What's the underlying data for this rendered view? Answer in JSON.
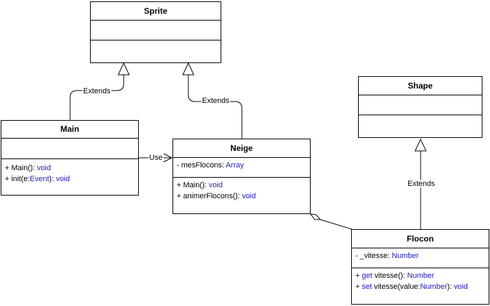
{
  "classes": {
    "sprite": {
      "name": "Sprite"
    },
    "shape": {
      "name": "Shape"
    },
    "main": {
      "name": "Main",
      "methods": [
        {
          "visibility": "+ ",
          "signature": "Main(): ",
          "type": "void"
        },
        {
          "visibility": "+ ",
          "signature_pre": "init(e:",
          "param_type": "Event",
          "signature_post": "): ",
          "type": "void"
        }
      ]
    },
    "neige": {
      "name": "Neige",
      "attributes": [
        {
          "visibility": "- ",
          "signature": "mesFlocons: ",
          "type": "Array"
        }
      ],
      "methods": [
        {
          "visibility": "+ ",
          "signature": "Main(): ",
          "type": "void"
        },
        {
          "visibility": "+ ",
          "signature": "animerFlocons(): ",
          "type": "void"
        }
      ]
    },
    "flocon": {
      "name": "Flocon",
      "attributes": [
        {
          "visibility": "- ",
          "signature": "_vitesse: ",
          "type": "Number"
        }
      ],
      "methods": [
        {
          "visibility": "+ ",
          "keyword": "get",
          "signature": " vitesse(): ",
          "type": "Number"
        },
        {
          "visibility": "+ ",
          "keyword": "set",
          "signature_pre": " vitesse(value:",
          "param_type": "Number",
          "signature_post": "): ",
          "type": "void"
        }
      ]
    }
  },
  "relations": {
    "main_extends_sprite": "Extends",
    "neige_extends_sprite": "Extends",
    "flocon_extends_shape": "Extends",
    "main_uses_neige": "Use"
  },
  "colors": {
    "line": "#000000",
    "type": "#1a1acc",
    "background": "#ffffff"
  }
}
